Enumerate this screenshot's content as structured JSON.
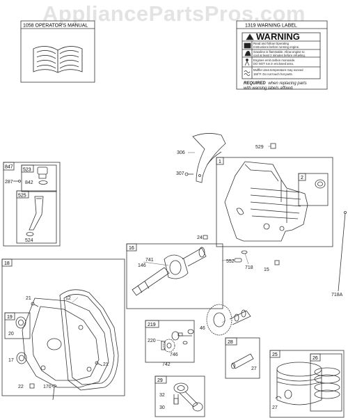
{
  "watermark": "AppliancePartsPros.com",
  "manual": {
    "label": "1058 OPERATOR'S MANUAL"
  },
  "warning_label": {
    "label": "1319 WARNING LABEL",
    "title": "WARNING",
    "lines": [
      "Read and follow Operating",
      "Instructions before running engine.",
      "Gasoline is flammable. Allow engine to",
      "cool at least 2 minutes before refueling.",
      "Engines emit carbon monoxide.",
      "DO NOT run in enclosed area.",
      "Muffler area temperature may exceed",
      "150°F. Do not touch hot parts."
    ],
    "required_bold": "REQUIRED",
    "required_rest": "when replacing parts",
    "required_line2": "with warning labels affixed."
  },
  "boxes": {
    "b847": "847",
    "b523": "523",
    "b525": "525",
    "b1": "1",
    "b2": "2",
    "b16": "16",
    "b18": "18",
    "b19": "19",
    "b219": "219",
    "b28": "28",
    "b29": "29",
    "b25": "25",
    "b26": "26"
  },
  "parts": {
    "p306": "306",
    "p307": "307",
    "p529": "529",
    "p287": "287",
    "p842": "842",
    "p524": "524",
    "p24": "24",
    "p552": "552",
    "p718": "718",
    "p15": "15",
    "p718a": "718A",
    "p741": "741",
    "p146": "146",
    "p21a": "21",
    "p12": "12",
    "p20": "20",
    "p17": "17",
    "p21b": "21",
    "p22": "22",
    "p170": "170",
    "p220": "220",
    "p746": "746",
    "p742": "742",
    "p46": "46",
    "p27a": "27",
    "p32": "32",
    "p30": "30",
    "p27b": "27"
  }
}
